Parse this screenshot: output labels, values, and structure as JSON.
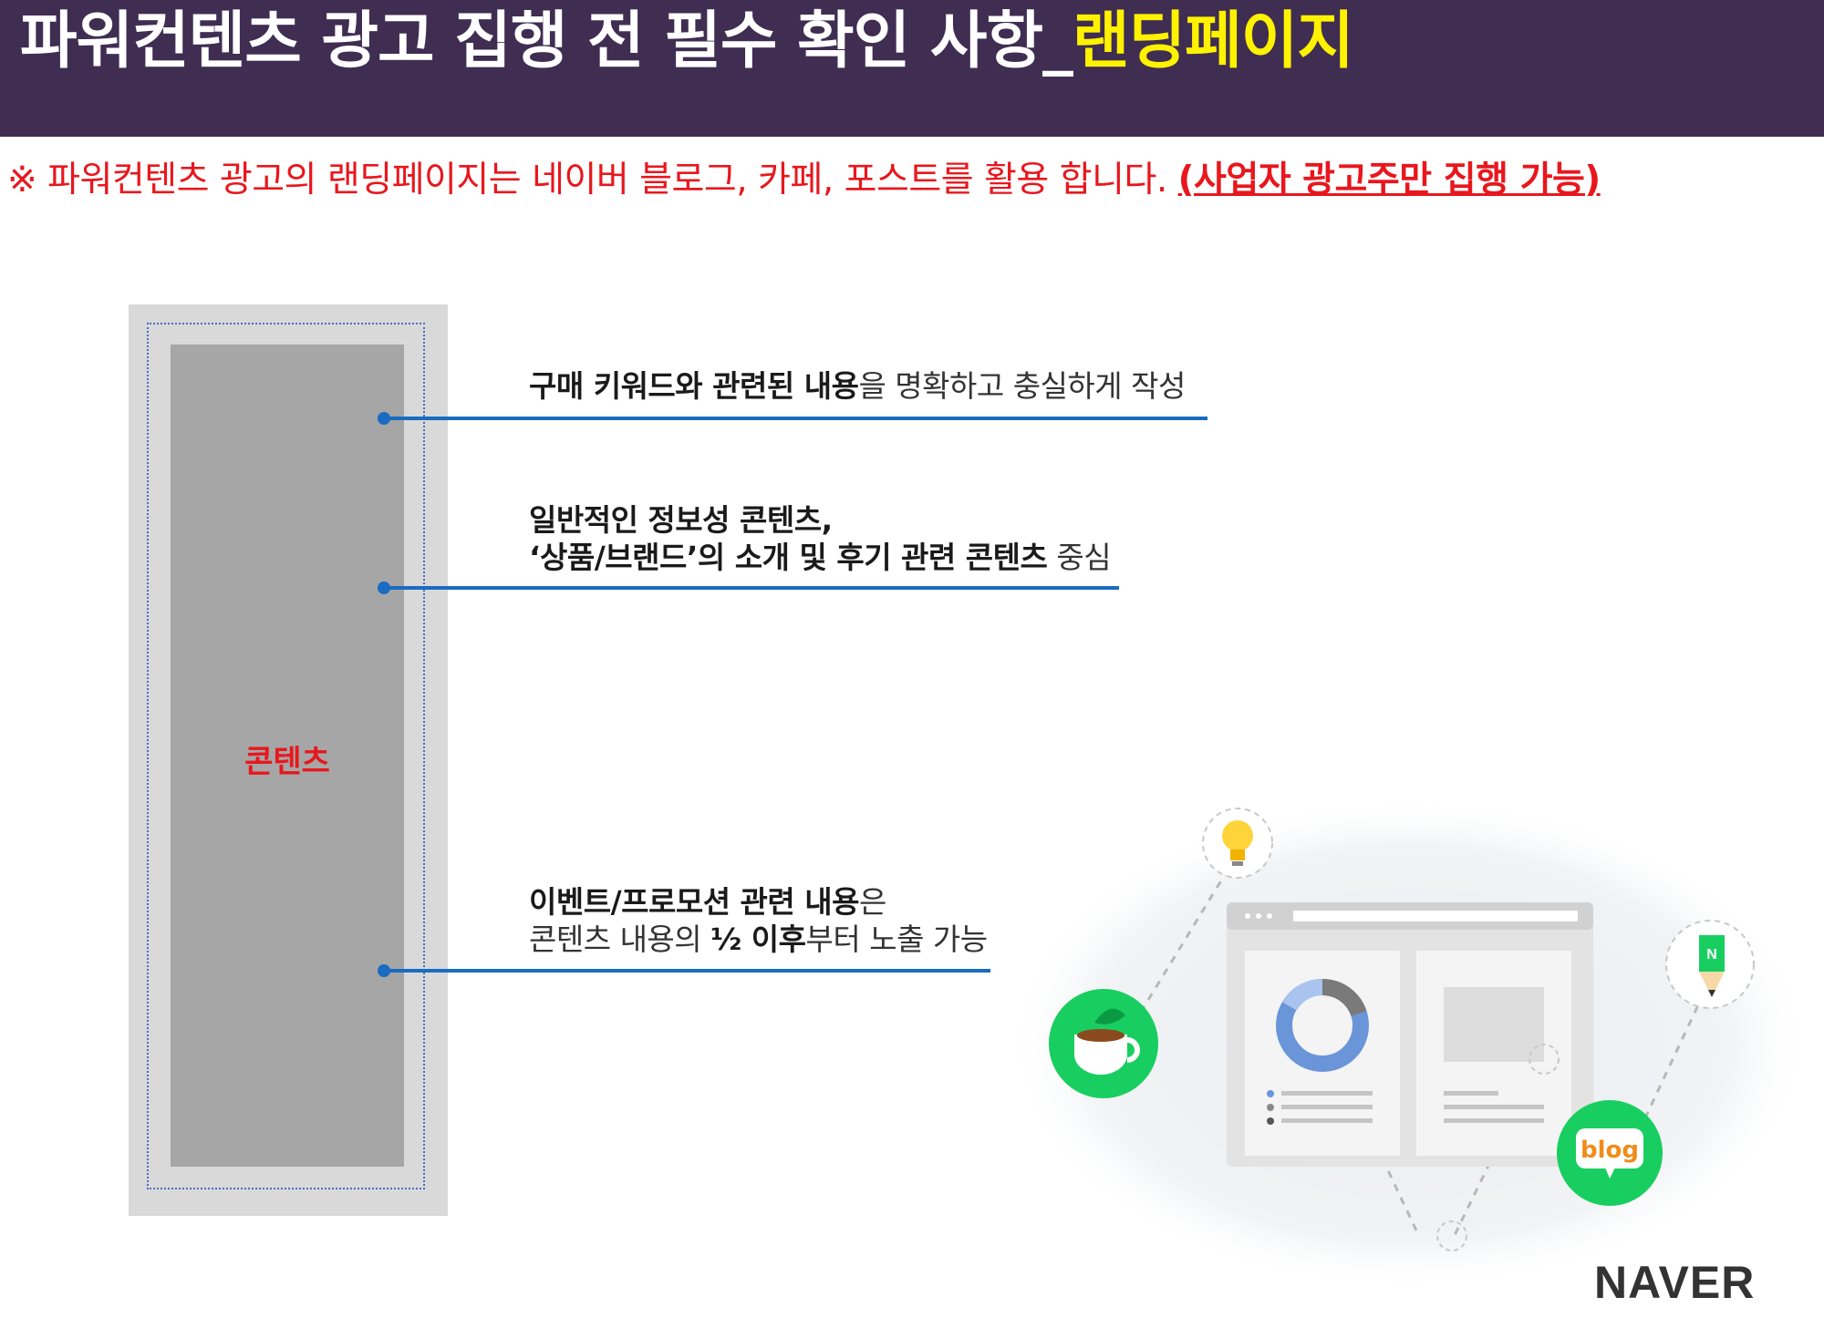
{
  "header": {
    "title_main": "파워컨텐츠 광고 집행 전 필수 확인 사항_",
    "title_highlight": "랜딩페이지"
  },
  "notice": {
    "prefix": "※ 파워컨텐츠 광고의 랜딩페이지는 네이버 블로그, 카페, 포스트를 활용 합니다. ",
    "emphasis": "(사업자 광고주만 집행 가능)"
  },
  "document": {
    "label": "콘텐츠"
  },
  "callouts": [
    {
      "bold": "구매 키워드와 관련된 내용",
      "regular": "을 명확하고 충실하게 작성"
    },
    {
      "line1": "일반적인 정보성 콘텐츠,",
      "line2_bold": "‘상품/브랜드’의 소개 및 후기 관련 콘텐츠",
      "line2_regular": " 중심"
    },
    {
      "line1_bold": "이벤트/프로모션 관련 내용",
      "line1_regular": "은",
      "line2_regular_a": "콘텐츠 내용의 ",
      "line2_bold": "½ 이후",
      "line2_regular_b": "부터 노출 가능"
    }
  ],
  "illustration": {
    "blog_badge": "blog",
    "post_badge": "N"
  },
  "brand": "NAVER",
  "colors": {
    "header_bg": "#3f2d52",
    "highlight": "#fff200",
    "notice_red": "#e8171d",
    "line_blue": "#1a6bc2",
    "naver_green": "#19ce60"
  }
}
